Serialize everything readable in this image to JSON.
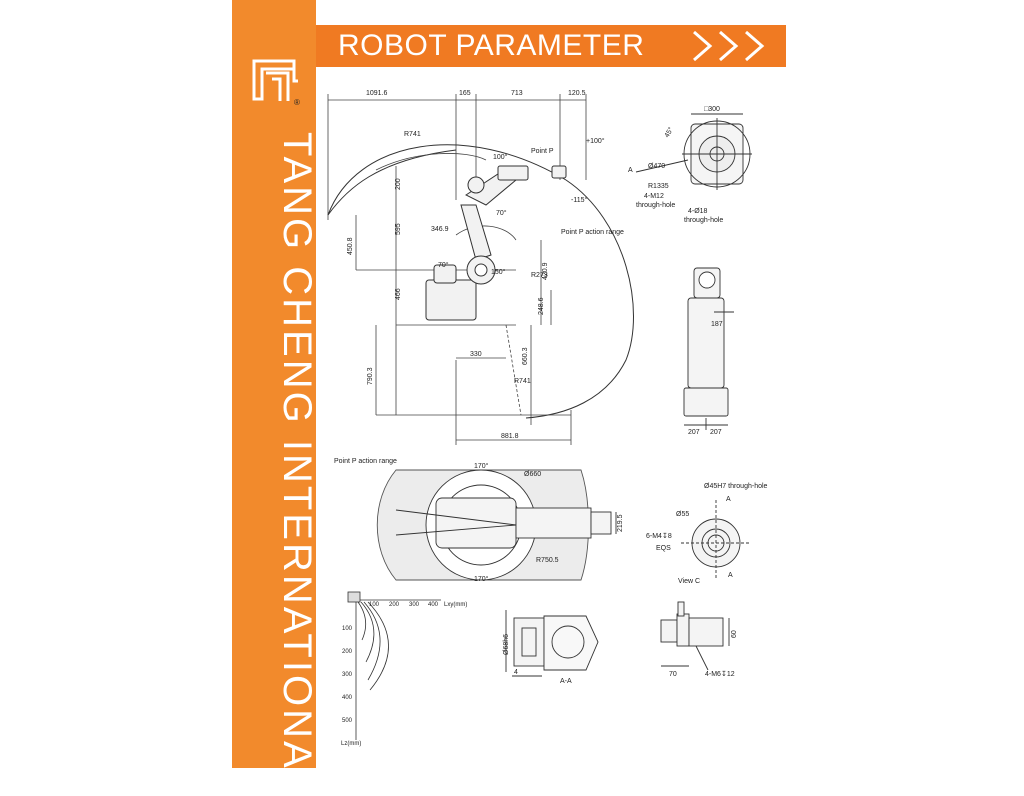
{
  "brand": {
    "logo_icon": "tang-cheng-logo",
    "registered_mark": "®",
    "vertical_name": "TANG CHENG INTERNATIONAL"
  },
  "header": {
    "title": "ROBOT PARAMETER",
    "chevrons_icon": "triple-chevron-right-icon"
  },
  "side_view": {
    "top_dims": [
      "1091.6",
      "165",
      "713",
      "120.5"
    ],
    "radius_top": "R741",
    "angle_plus100": "+100°",
    "angle_100": "100°",
    "point_p": "Point P",
    "arrow_a": "A",
    "angle_minus115": "-115°",
    "angle_70_upper": "70°",
    "dim_200": "200",
    "dim_595": "595",
    "dim_450_8": "450.8",
    "dim_346_9": "346.9",
    "action_range": "Point P action range",
    "angle_70_lower": "70°",
    "angle_150": "150°",
    "r273": "R273",
    "dim_420_9": "420.9",
    "dim_466": "466",
    "dim_248_6": "248.6",
    "dim_330": "330",
    "dim_660_3": "660.3",
    "dim_790_3": "790.3",
    "r741_lower": "R741",
    "dim_881_8": "881.8"
  },
  "flange_view": {
    "square_300": "□300",
    "angle_45": "45°",
    "dia_470": "Ø470",
    "r1335": "R1335",
    "m12": "4-M12",
    "m12_note": "through-hole",
    "holes_18": "4-Ø18",
    "holes_18_note": "through-hole"
  },
  "right_side_view": {
    "dim_187": "187",
    "dim_207_left": "207",
    "dim_207_right": "207"
  },
  "top_view": {
    "action_range": "Point P action range",
    "angle_170_top": "170°",
    "dia_660": "Ø660",
    "dim_219_5": "219.5",
    "r750_5": "R750.5",
    "angle_170_bottom": "170°"
  },
  "view_c": {
    "through_hole": "Ø45H7 through-hole",
    "arrow_a_top": "A",
    "dia_55": "Ø55",
    "m4": "6-M4↧8",
    "eqs": "EQS",
    "label": "View C",
    "arrow_a_bottom": "A"
  },
  "load_chart": {
    "x_ticks": [
      "100",
      "200",
      "300",
      "400"
    ],
    "x_label": "Lxy(mm)",
    "y_ticks": [
      "100",
      "200",
      "300",
      "400",
      "500"
    ],
    "y_label": "Lz(mm)"
  },
  "section_aa": {
    "dia_68h6": "Ø68h6",
    "dim_4": "4",
    "label": "A-A"
  },
  "wrist_side": {
    "dim_60": "60",
    "dim_70": "70",
    "m6": "4-M6↧12"
  }
}
